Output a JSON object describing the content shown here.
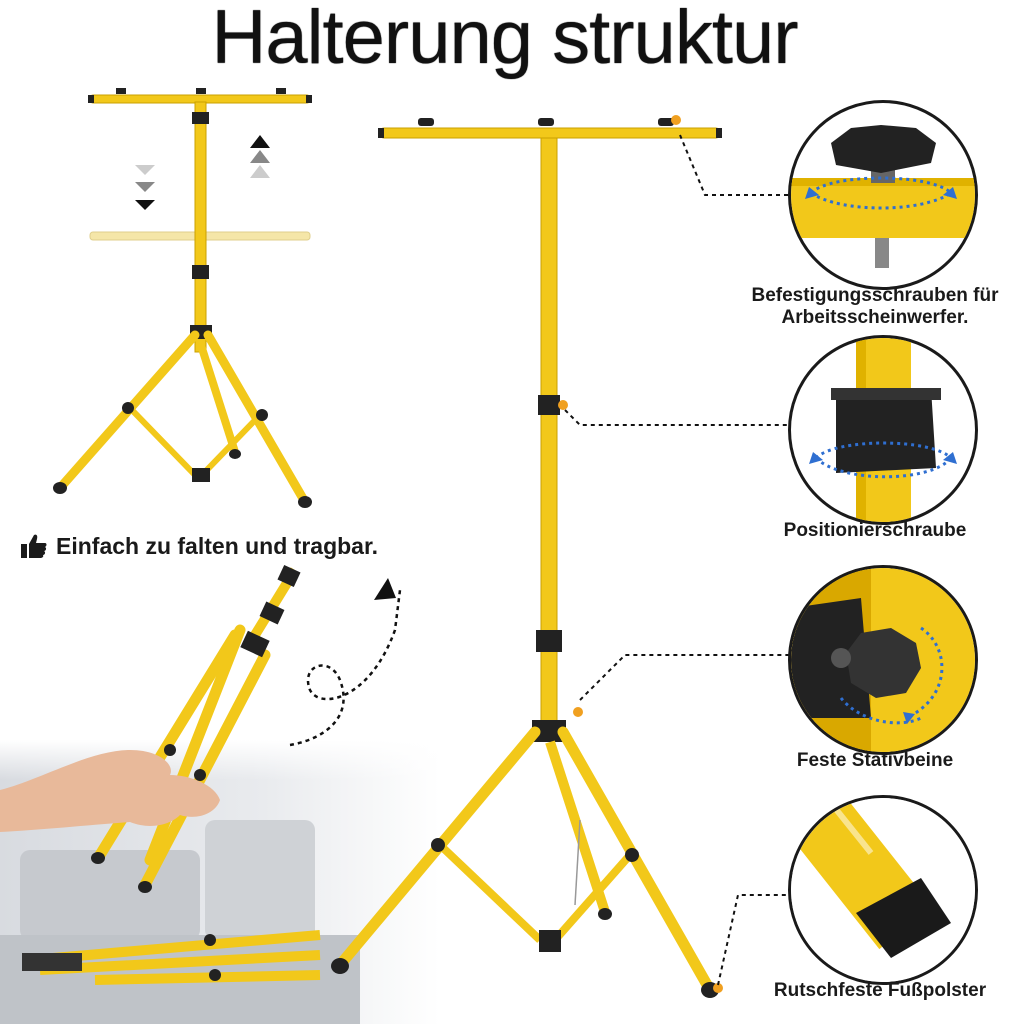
{
  "page": {
    "title": "Halterung struktur",
    "subtitle": "Einfach zu falten und tragbar."
  },
  "features": [
    {
      "name": "mounting-screws",
      "label_line1": "Befestigungsschrauben für",
      "label_line2": "Arbeitsscheinwerfer."
    },
    {
      "name": "positioning-screw",
      "label_line1": "Positionierschraube",
      "label_line2": ""
    },
    {
      "name": "fixed-legs",
      "label_line1": "Feste Stativbeine",
      "label_line2": ""
    },
    {
      "name": "anti-slip-feet",
      "label_line1": "Rutschfeste Fußpolster",
      "label_line2": ""
    }
  ],
  "colors": {
    "yellow": "#f2c81a",
    "yellow_dark": "#d9a800",
    "black": "#1a1a1a",
    "arrow_blue": "#2f6fd1",
    "accent_orange": "#f0a020"
  }
}
